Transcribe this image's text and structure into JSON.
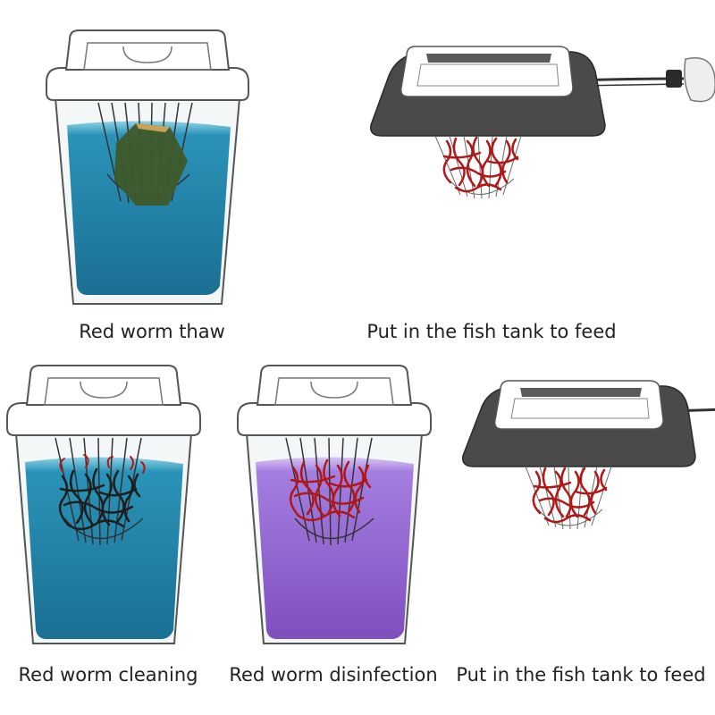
{
  "steps": [
    {
      "caption": "Red worm thaw",
      "illustration": "cup-with-frozen-block",
      "liquid_color": "#1f7fa3"
    },
    {
      "caption": "Put in the fish tank to feed",
      "illustration": "floating-feeder-with-suction-cup"
    },
    {
      "caption": "Red worm cleaning",
      "illustration": "cup-with-dark-worms",
      "liquid_color": "#1f7fa3"
    },
    {
      "caption": "Red worm disinfection",
      "illustration": "cup-with-red-worms",
      "liquid_color": "#8d5dd0"
    },
    {
      "caption": "Put in the fish tank to feed",
      "illustration": "floating-feeder"
    }
  ],
  "colors": {
    "outline": "#555555",
    "feeder_body": "#4a4a4a",
    "worm_red": "#b01818",
    "worm_dark": "#1e1e1e",
    "frozen_block": "#3f5a2a"
  }
}
